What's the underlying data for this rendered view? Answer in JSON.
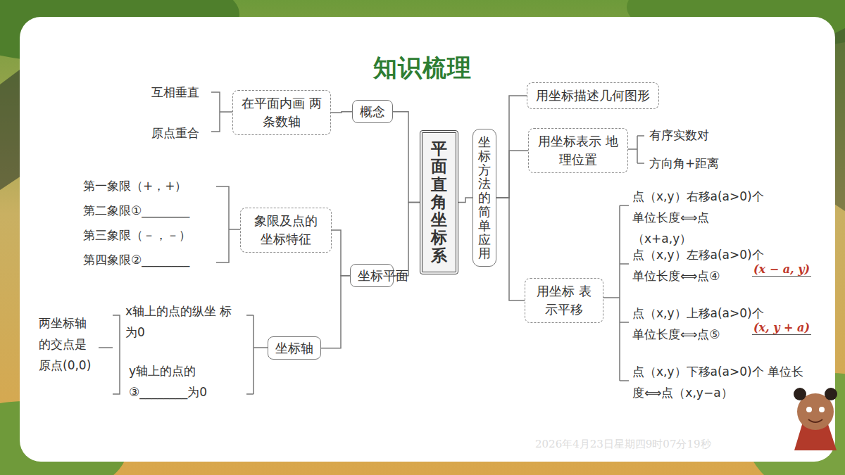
{
  "diagram": {
    "title": "知识梳理",
    "nodes": [
      {
        "text": [
          "平面直角坐标系"
        ]
      },
      {
        "text": [
          "概念"
        ]
      },
      {
        "text": [
          "在平面内画 两条数轴"
        ]
      },
      {
        "text": [
          "坐标平面"
        ]
      },
      {
        "text": [
          "象限及点的 坐标特征"
        ]
      },
      {
        "text": [
          "坐标轴"
        ]
      },
      {
        "text": [
          "坐标方法的简单应用"
        ]
      },
      {
        "text": [
          "用坐标描述几何图形"
        ]
      },
      {
        "text": [
          "用坐标表示 地理位置"
        ]
      },
      {
        "text": [
          "用坐标 表示平移"
        ]
      }
    ],
    "edges": [
      {
        "from": 0,
        "to": 1,
        "arrow": "none"
      },
      {
        "from": 0,
        "to": 3,
        "arrow": "none"
      },
      {
        "from": 1,
        "to": 2,
        "arrow": "none"
      },
      {
        "from": 3,
        "to": 4,
        "arrow": "none"
      },
      {
        "from": 3,
        "to": 5,
        "arrow": "none"
      },
      {
        "from": 0,
        "to": 6,
        "arrow": "none"
      },
      {
        "from": 6,
        "to": 7,
        "arrow": "none"
      },
      {
        "from": 6,
        "to": 8,
        "arrow": "none"
      },
      {
        "from": 6,
        "to": 9,
        "arrow": "none"
      }
    ],
    "labels": [
      "互相垂直",
      "原点重合",
      "第一象限（+，+）",
      "第二象限①________",
      "第三象限（－，－）",
      "第四象限②________",
      "两坐标轴 的交点是 原点(0,0)",
      "x轴上的点的纵坐 标为0",
      "y轴上的点的 ③________为0",
      "有序实数对",
      "方向角+距离",
      "点（x,y）右移a(a>0)个 单位长度⟺点（x+a,y）",
      "点（x,y）左移a(a>0)个 单位长度⟺点④",
      "(x − a, y)",
      "点（x,y）上移a(a>0)个 单位长度⟺点⑤",
      "(x, y + a)",
      "点（x,y）下移a(a>0)个 单位长度⟺点（x,y−a）",
      "2026年4月23日星期四9时07分19秒"
    ]
  }
}
